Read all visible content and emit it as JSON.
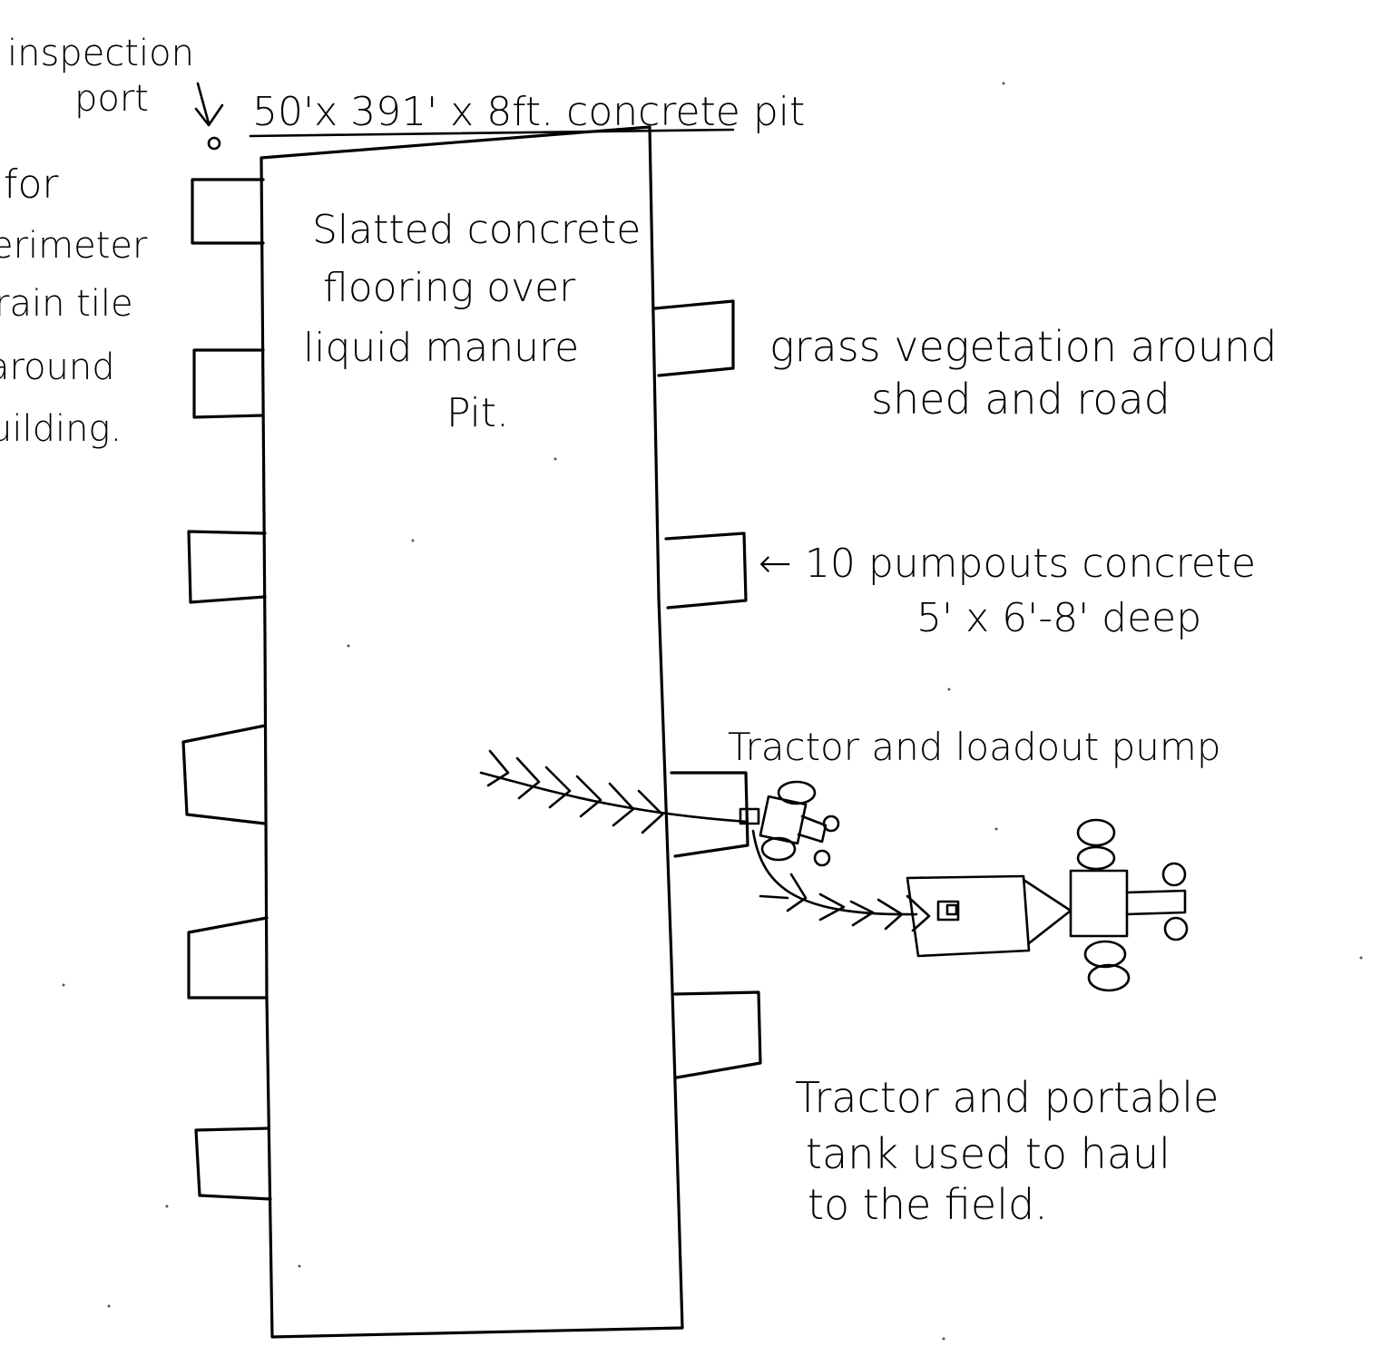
{
  "title": "50'x 391' x 8ft. concrete pit",
  "labels": {
    "inspection_port": [
      "inspection",
      "port"
    ],
    "perimeter_drain": [
      "for",
      "erimeter",
      "rain tile",
      "around",
      "uilding."
    ],
    "pit_interior": [
      "Slatted concrete",
      "flooring over",
      "liquid manure",
      "Pit."
    ],
    "vegetation": [
      "grass vegetation around",
      "shed and road"
    ],
    "pumpouts": [
      "← 10 pumpouts concrete",
      "5' x 6'-8' deep"
    ],
    "loadout": "Tractor and loadout pump",
    "portable_tank": [
      "Tractor and portable",
      "tank used to haul",
      "to the field."
    ]
  },
  "colors": {
    "ink": "#000000",
    "paper": "#ffffff"
  }
}
